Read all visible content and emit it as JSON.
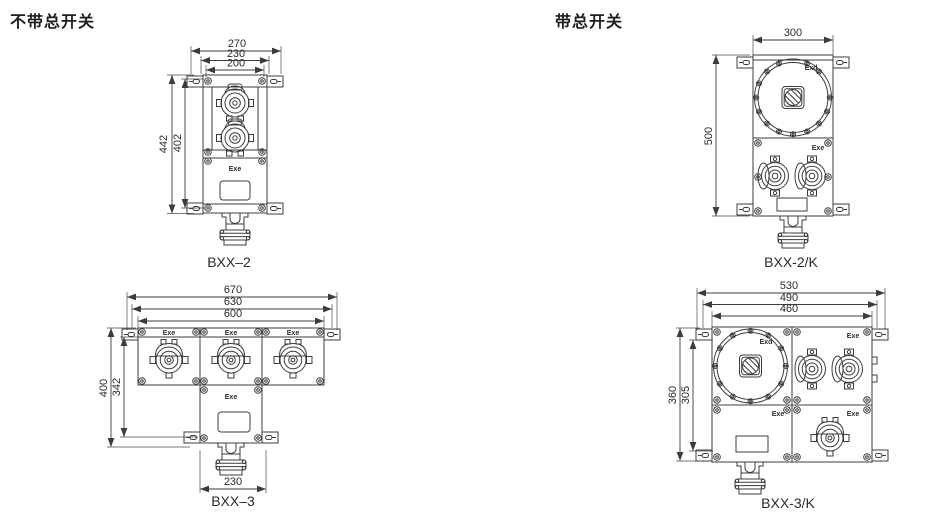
{
  "sections": {
    "left_title": "不带总开关",
    "right_title": "带总开关"
  },
  "bxx2": {
    "label": "BXX–2",
    "dim_w_outer": "270",
    "dim_w_mid": "230",
    "dim_w_inner": "200",
    "dim_h_outer": "442",
    "dim_h_inner": "402",
    "mark_exe": "Exe"
  },
  "bxx3": {
    "label": "BXX–3",
    "dim_w_outer": "670",
    "dim_w_mid": "630",
    "dim_w_inner": "600",
    "dim_h_outer": "400",
    "dim_h_inner": "342",
    "dim_w_bottom": "230",
    "mark_exe_1": "Exe",
    "mark_exe_2": "Exe",
    "mark_exe_3": "Exe",
    "mark_exe_main": "Exe"
  },
  "bxx2k": {
    "label": "BXX-2/K",
    "dim_w": "300",
    "dim_h": "500",
    "mark_exd": "Exd",
    "mark_exe": "Exe"
  },
  "bxx3k": {
    "label": "BXX-3/K",
    "dim_w_outer": "530",
    "dim_w_mid": "490",
    "dim_w_inner": "460",
    "dim_h_outer": "360",
    "dim_h_inner": "305",
    "mark_exd": "Exd",
    "mark_exe_sockets": "Exe",
    "mark_exe_window": "Exe",
    "mark_exe_socket": "Exe"
  }
}
